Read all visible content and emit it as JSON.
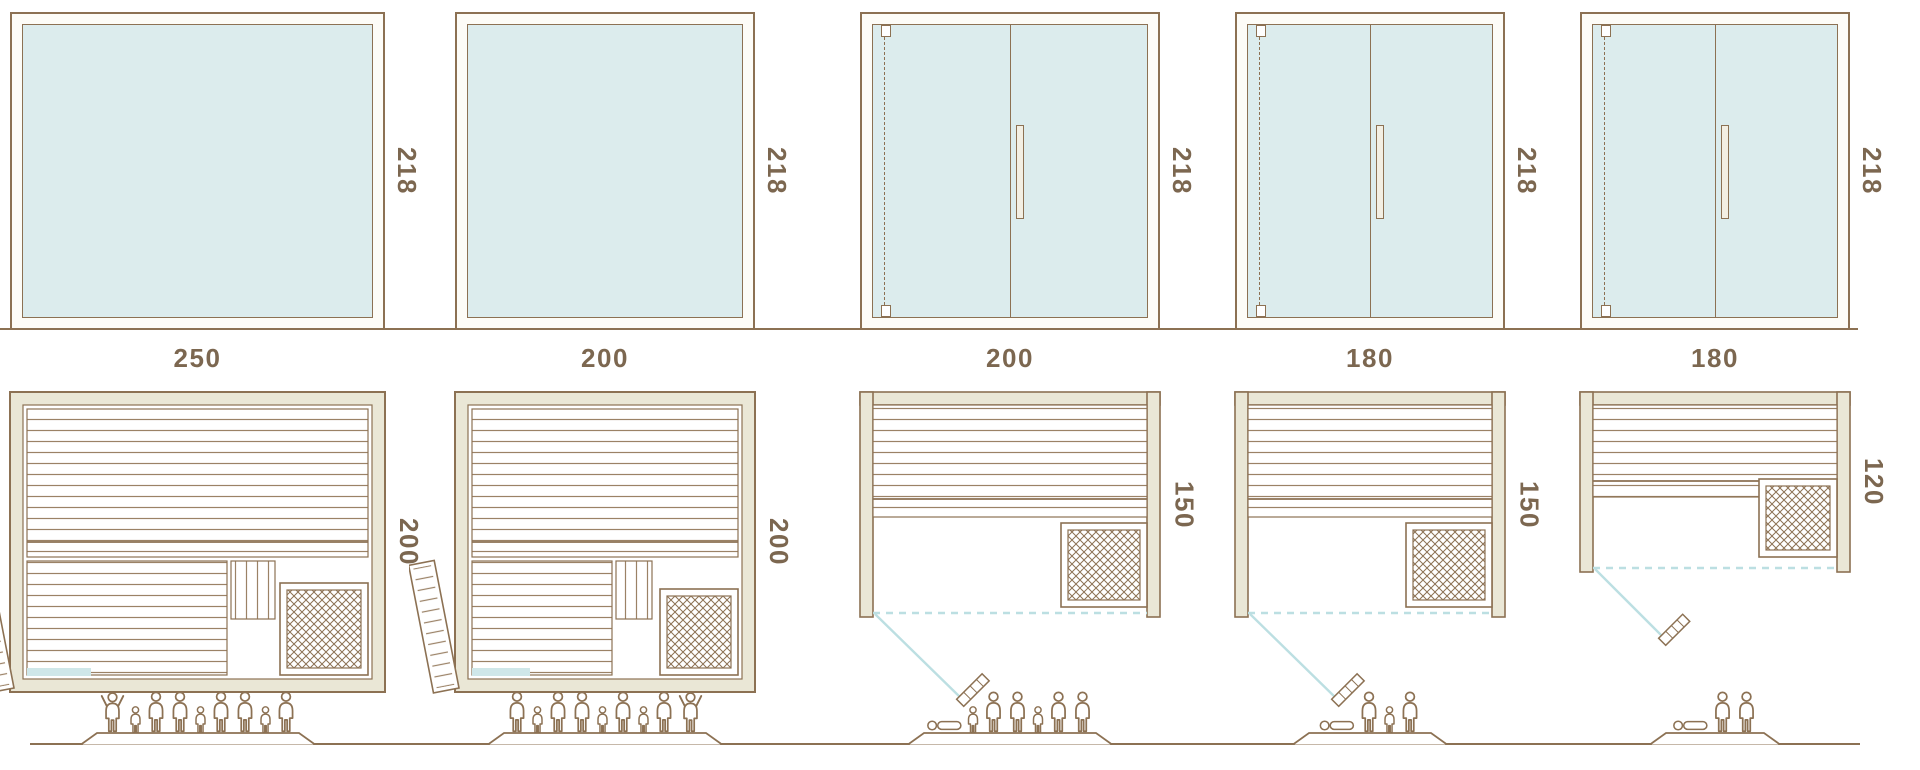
{
  "palette": {
    "line": "#8c7153",
    "dimension_text": "#7c6750",
    "glass": "#dceced",
    "wall_fill": "#eae7d6",
    "door_swing_accent": "#bcdfe2"
  },
  "models": [
    {
      "name": "sauna-250x200",
      "front_type": "fixed-glass-front",
      "width_label": "250",
      "height_label": "218",
      "depth_label": "200",
      "capacity": 9,
      "capacity_figures": [
        "arms-up",
        "child",
        "adult",
        "adult",
        "child",
        "adult",
        "adult",
        "child",
        "adult"
      ]
    },
    {
      "name": "sauna-200x200",
      "front_type": "fixed-glass-front",
      "width_label": "200",
      "height_label": "218",
      "depth_label": "200",
      "capacity": 9,
      "capacity_figures": [
        "adult",
        "child",
        "adult",
        "adult",
        "child",
        "adult",
        "child",
        "adult",
        "arms-up"
      ]
    },
    {
      "name": "sauna-200x150",
      "front_type": "double-glass-door",
      "width_label": "200",
      "height_label": "218",
      "depth_label": "150",
      "capacity": 7,
      "capacity_figures": [
        "reclining",
        "child",
        "adult",
        "adult",
        "child",
        "adult",
        "adult"
      ]
    },
    {
      "name": "sauna-180x150",
      "front_type": "double-glass-door",
      "width_label": "180",
      "height_label": "218",
      "depth_label": "150",
      "capacity": 4,
      "capacity_figures": [
        "reclining",
        "adult",
        "child",
        "adult"
      ]
    },
    {
      "name": "sauna-180x120",
      "front_type": "double-glass-door",
      "width_label": "180",
      "height_label": "218",
      "depth_label": "120",
      "capacity": 3,
      "capacity_figures": [
        "reclining",
        "adult",
        "adult"
      ]
    }
  ]
}
